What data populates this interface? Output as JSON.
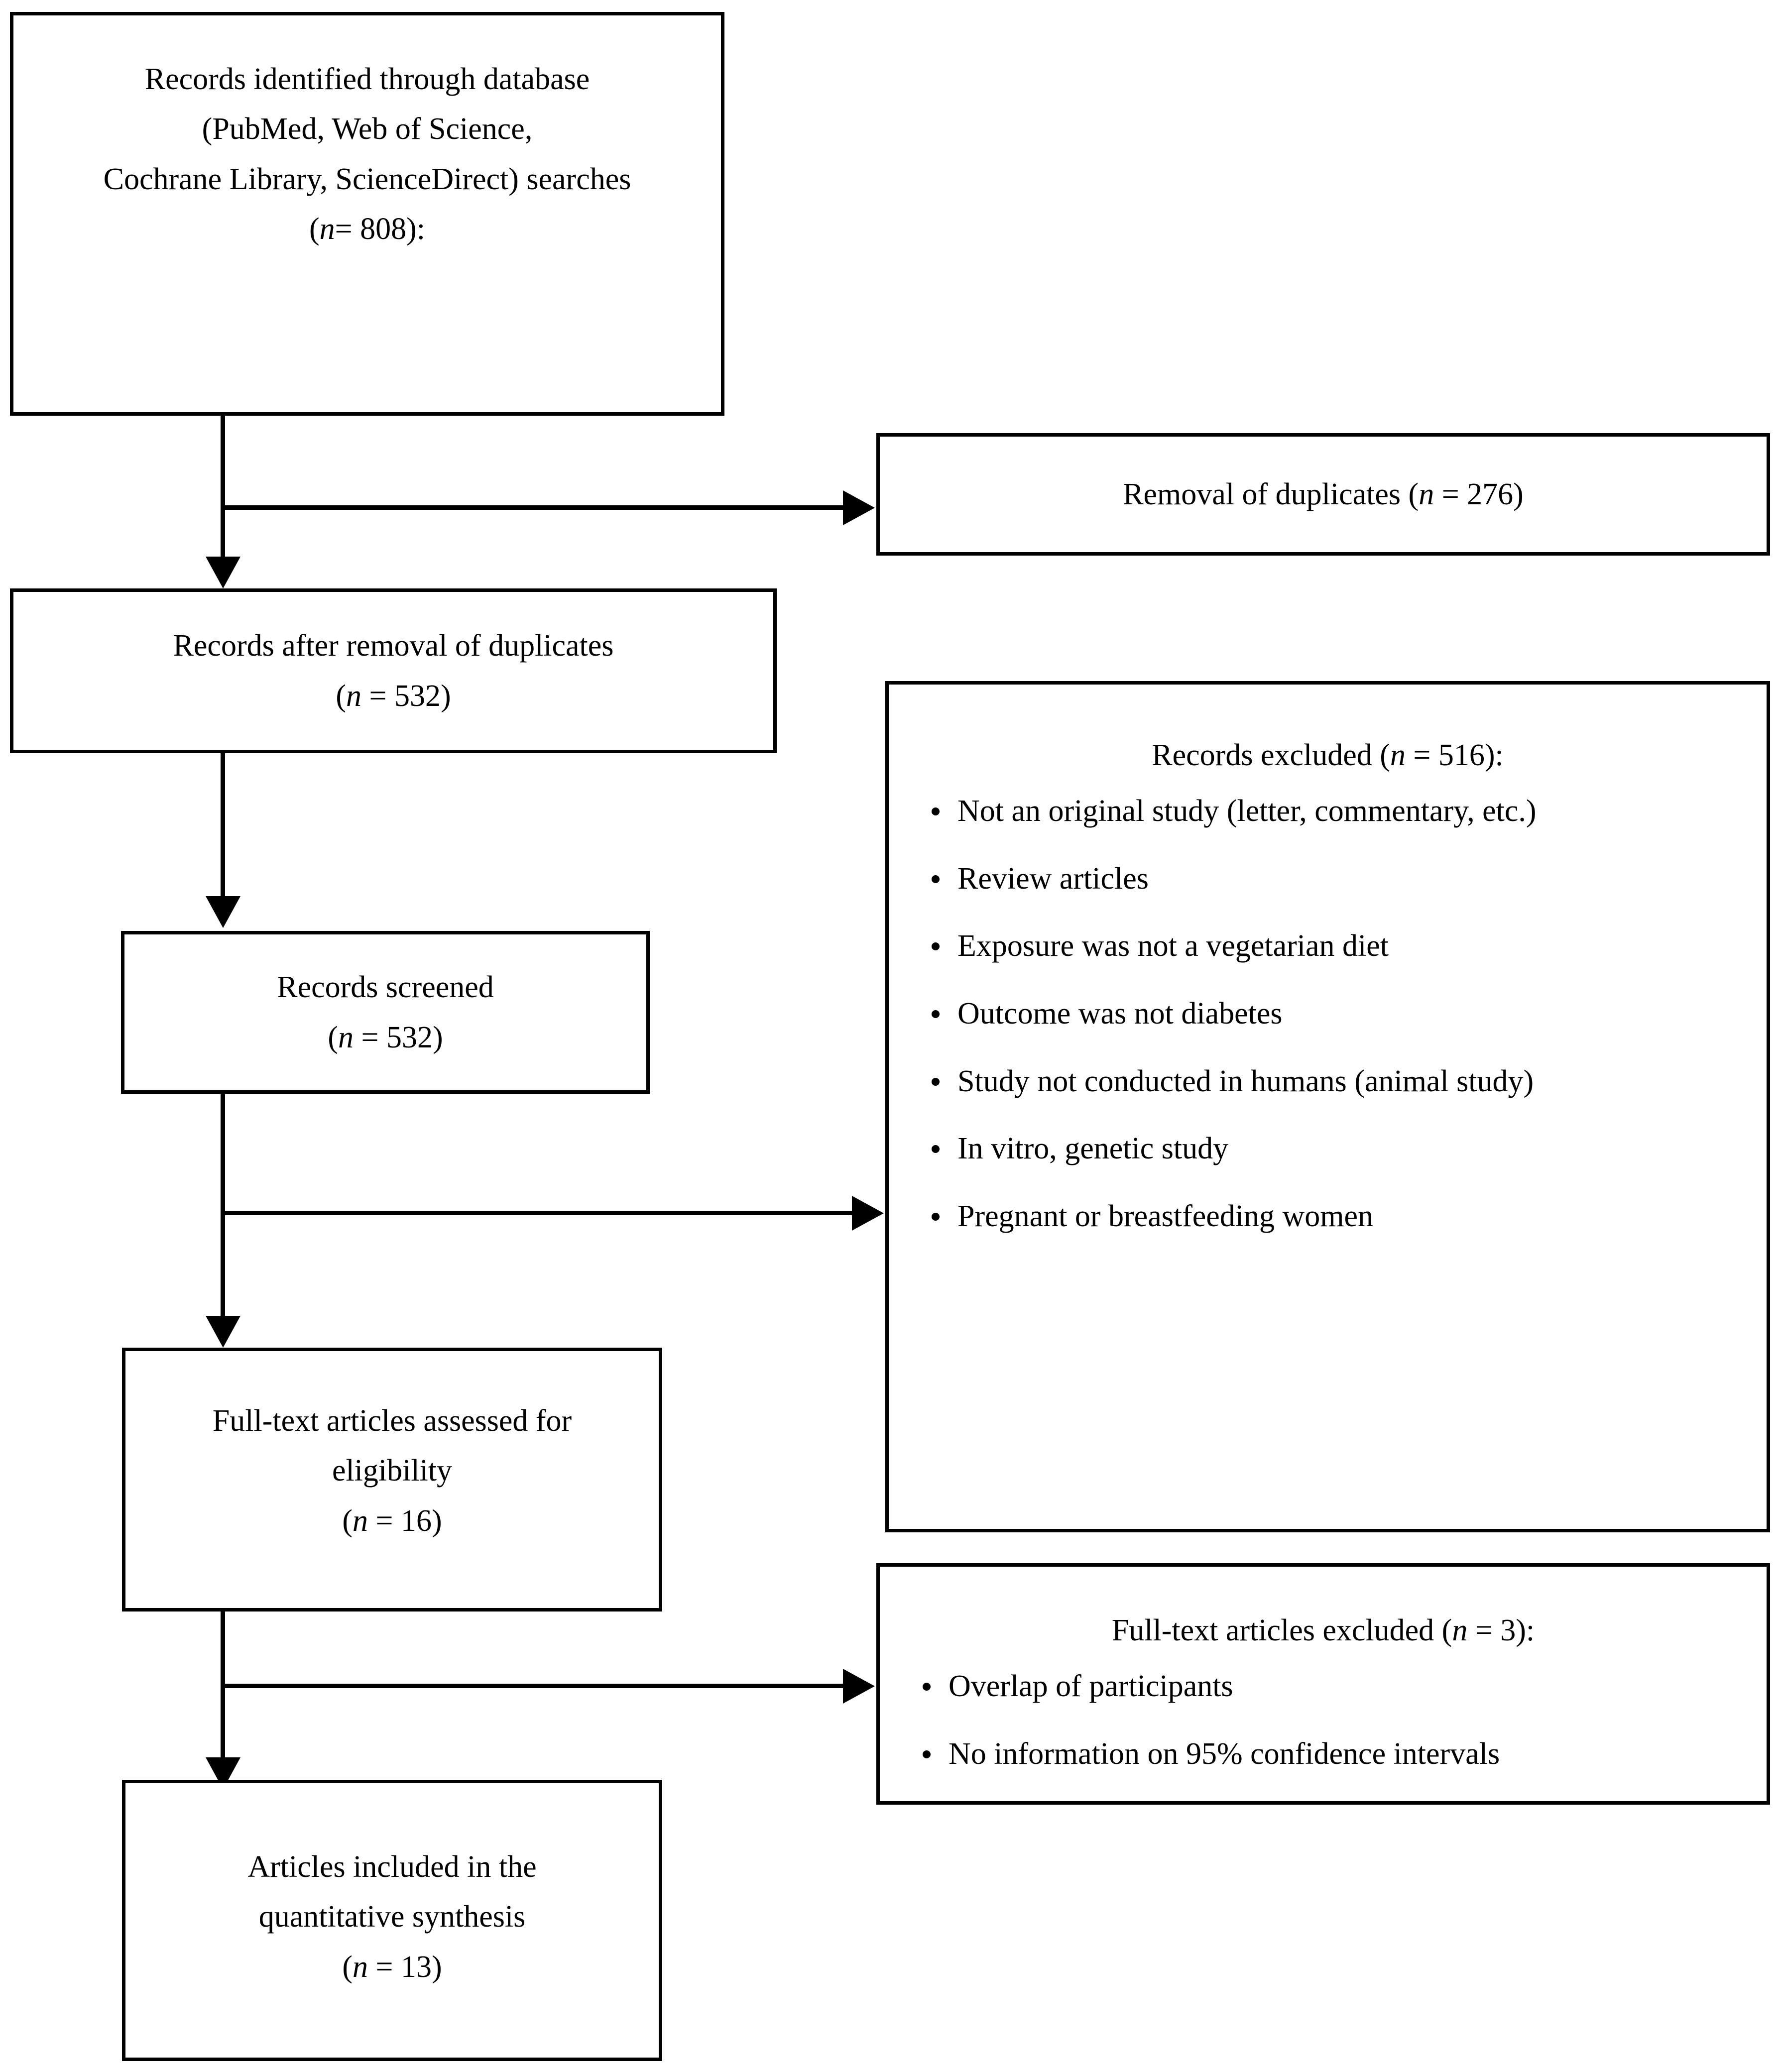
{
  "diagram": {
    "type": "prisma-flow-diagram",
    "background": "#ffffff",
    "stroke": "#000000"
  },
  "boxes": {
    "identified": {
      "name": "records-identified",
      "lines": [
        "Records identified through database",
        "(PubMed, Web of Science,",
        "Cochrane Library, ScienceDirect) searches"
      ],
      "count_line": "(n = 808):",
      "n_label": "n",
      "n_value": "= 808):"
    },
    "duplicates_removed": {
      "name": "removal-of-duplicates",
      "text_before": "Removal of duplicates (",
      "n_label": "n",
      "text_after": " = 276)"
    },
    "after_duplicates": {
      "name": "records-after-removal-of-duplicates",
      "lines": [
        "Records after removal of duplicates"
      ],
      "n_label": "n",
      "n_value": " = 532)"
    },
    "screened": {
      "name": "records-screened",
      "lines": [
        "Records screened"
      ],
      "n_label": "n",
      "n_value": " = 532)"
    },
    "records_excluded": {
      "name": "records-excluded",
      "header_before": "Records excluded (",
      "header_n": "n",
      "header_after": " = 516):",
      "bullets": [
        "Not an original study (letter, commentary, etc.)",
        "Review articles",
        "Exposure was not a vegetarian diet",
        "Outcome was not diabetes",
        "Study not conducted in humans (animal study)",
        "In vitro, genetic study",
        "Pregnant or breastfeeding women"
      ]
    },
    "fulltext_assessed": {
      "name": "full-text-articles-assessed",
      "lines": [
        "Full-text articles assessed for",
        "eligibility"
      ],
      "n_label": "n",
      "n_value": " = 16)"
    },
    "fulltext_excluded": {
      "name": "full-text-articles-excluded",
      "header_before": "Full-text articles excluded (",
      "header_n": "n",
      "header_after": " = 3):",
      "bullets": [
        "Overlap of participants",
        "No information on 95% confidence intervals"
      ]
    },
    "included": {
      "name": "articles-included",
      "lines": [
        "Articles included in the",
        "quantitative synthesis"
      ],
      "n_label": "n",
      "n_value": " = 13)"
    }
  },
  "flow": {
    "counts": {
      "identified": 808,
      "duplicates_removed": 276,
      "after_duplicates": 532,
      "screened": 532,
      "records_excluded": 516,
      "fulltext_assessed": 16,
      "fulltext_excluded": 3,
      "included": 13
    }
  }
}
